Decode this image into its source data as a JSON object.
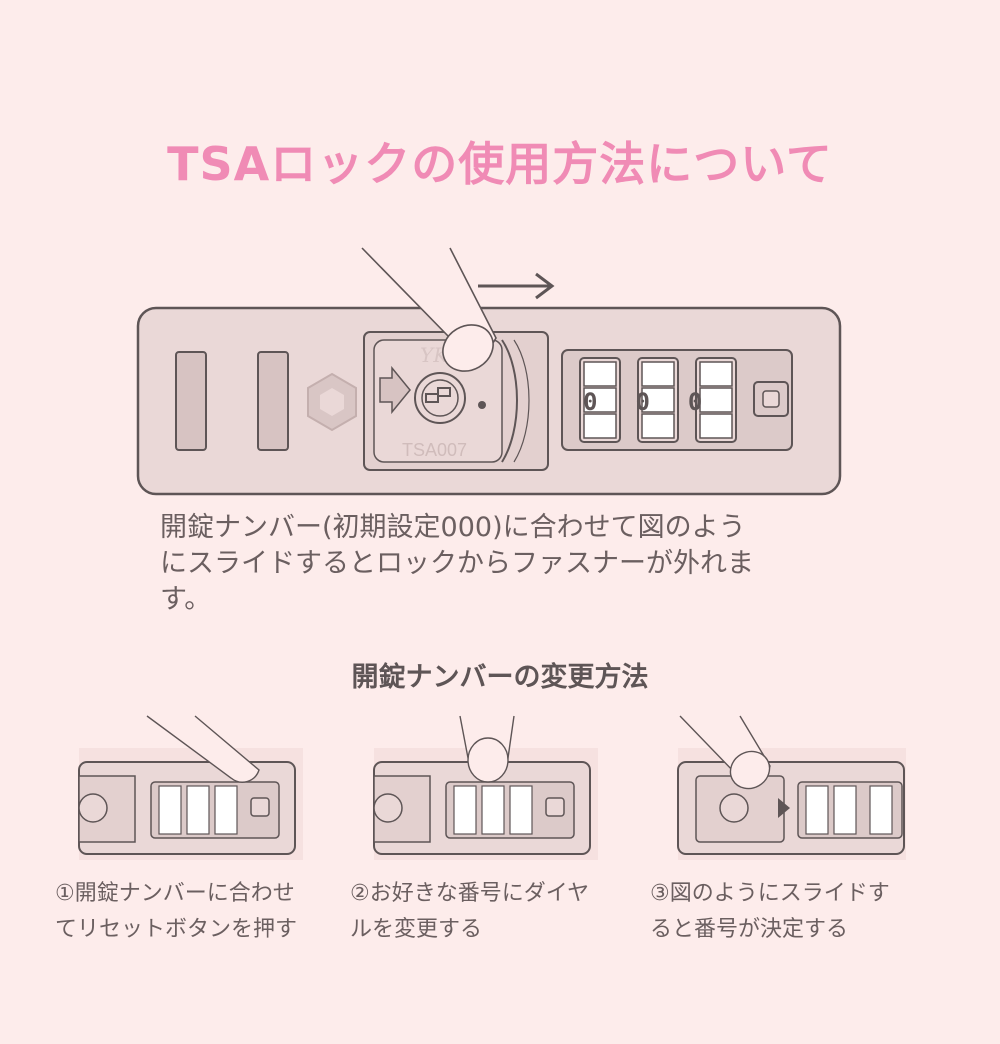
{
  "title": "TSAロックの使用方法について",
  "main": {
    "lock_brand": "YKK",
    "lock_model": "TSA007",
    "dials": [
      "000",
      "000",
      "000"
    ],
    "description_lines": [
      "開錠ナンバー(初期設定000)に合わせて図のよう",
      "にスライドするとロックからファスナーが外れま",
      "す。"
    ]
  },
  "change_section": {
    "title": "開錠ナンバーの変更方法",
    "steps": [
      {
        "lines": [
          "①開錠ナンバーに合わせ",
          "てリセットボタンを押す"
        ]
      },
      {
        "lines": [
          "②お好きな番号にダイヤ",
          "ルを変更する"
        ]
      },
      {
        "lines": [
          "③図のようにスライドす",
          "ると番号が決定する"
        ]
      }
    ]
  },
  "colors": {
    "title_pink": "#f08bb5",
    "text": "#6b5f60",
    "lock_fill": "#ead8d7",
    "lock_stroke": "#5e5556",
    "background": "#fdeceb"
  }
}
